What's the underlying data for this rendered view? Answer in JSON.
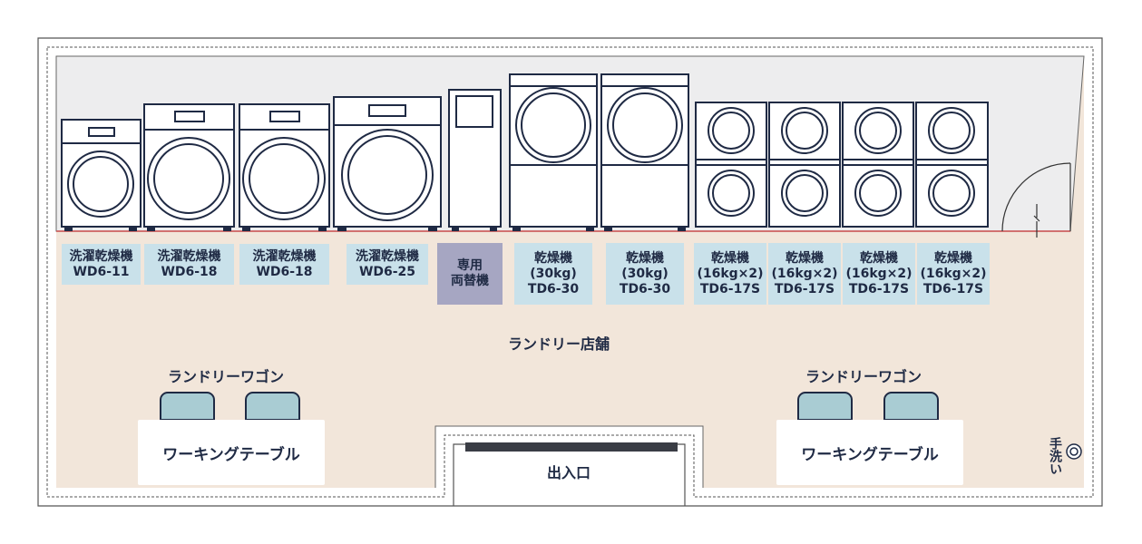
{
  "machines": [
    {
      "lines": [
        "洗濯乾燥機",
        "WD6-11"
      ]
    },
    {
      "lines": [
        "洗濯乾燥機",
        "WD6-18"
      ]
    },
    {
      "lines": [
        "洗濯乾燥機",
        "WD6-18"
      ]
    },
    {
      "lines": [
        "洗濯乾燥機",
        "WD6-25"
      ]
    },
    {
      "lines": [
        "専用",
        "両替機"
      ]
    },
    {
      "lines": [
        "乾燥機",
        "(30kg)",
        "TD6-30"
      ]
    },
    {
      "lines": [
        "乾燥機",
        "(30kg)",
        "TD6-30"
      ]
    },
    {
      "lines": [
        "乾燥機",
        "(16kg×2)",
        "TD6-17S"
      ]
    },
    {
      "lines": [
        "乾燥機",
        "(16kg×2)",
        "TD6-17S"
      ]
    },
    {
      "lines": [
        "乾燥機",
        "(16kg×2)",
        "TD6-17S"
      ]
    },
    {
      "lines": [
        "乾燥機",
        "(16kg×2)",
        "TD6-17S"
      ]
    }
  ],
  "store_label": "ランドリー店舗",
  "wagon_label_left": "ランドリーワゴン",
  "wagon_label_right": "ランドリーワゴン",
  "table_left": "ワーキングテーブル",
  "table_right": "ワーキングテーブル",
  "entrance": "出入口",
  "handwash": "手洗い",
  "colors": {
    "floor": "#f2e6da",
    "wall_strip": "#ededee",
    "outline": "#1f2a44",
    "label_bg": "#c9e1ea",
    "exchanger_bg": "#a6a6c2",
    "wagon": "#a9ccd3"
  }
}
